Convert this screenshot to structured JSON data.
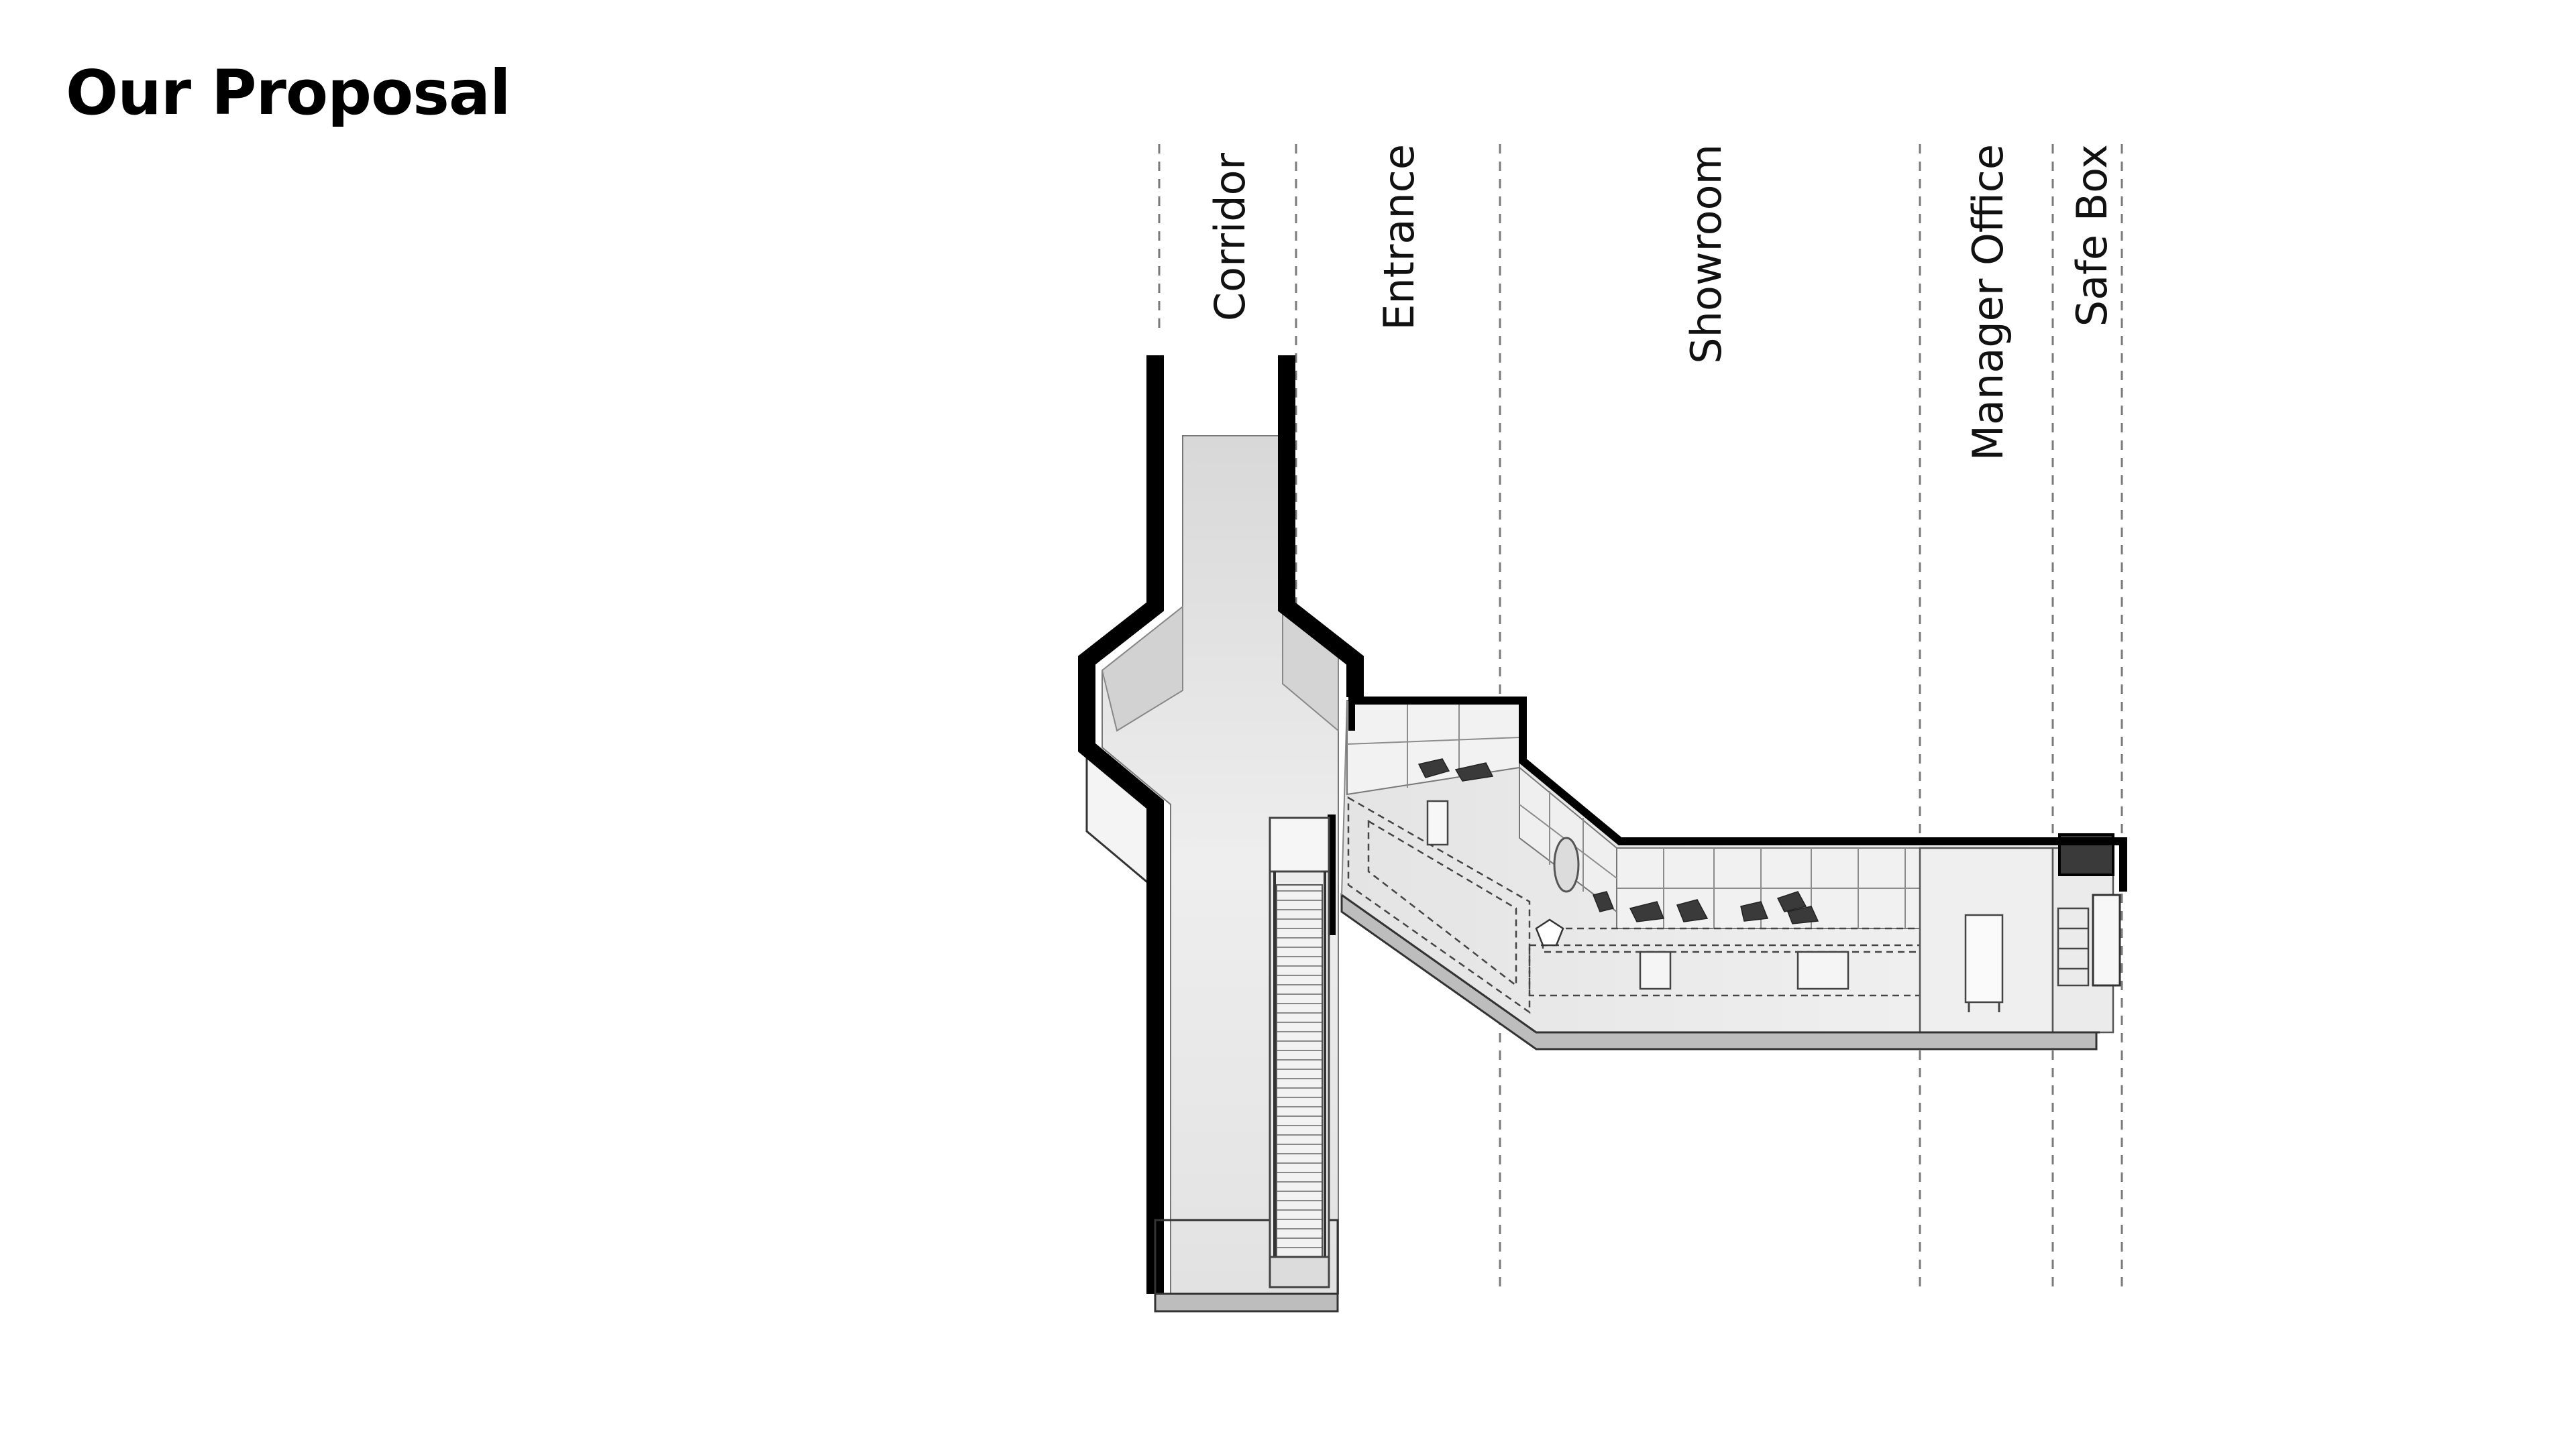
{
  "title": "Our Proposal",
  "zones": [
    {
      "id": "corridor",
      "label": "Corridor"
    },
    {
      "id": "entrance",
      "label": "Entrance"
    },
    {
      "id": "showroom",
      "label": "Showroom"
    },
    {
      "id": "manager-office",
      "label": "Manager Office"
    },
    {
      "id": "safe-box",
      "label": "Safe Box"
    }
  ],
  "colors": {
    "wall": "#000000",
    "floor": "#e6e6e6",
    "slab": "#bdbdbd",
    "guide_line": "#7a7a7a"
  }
}
